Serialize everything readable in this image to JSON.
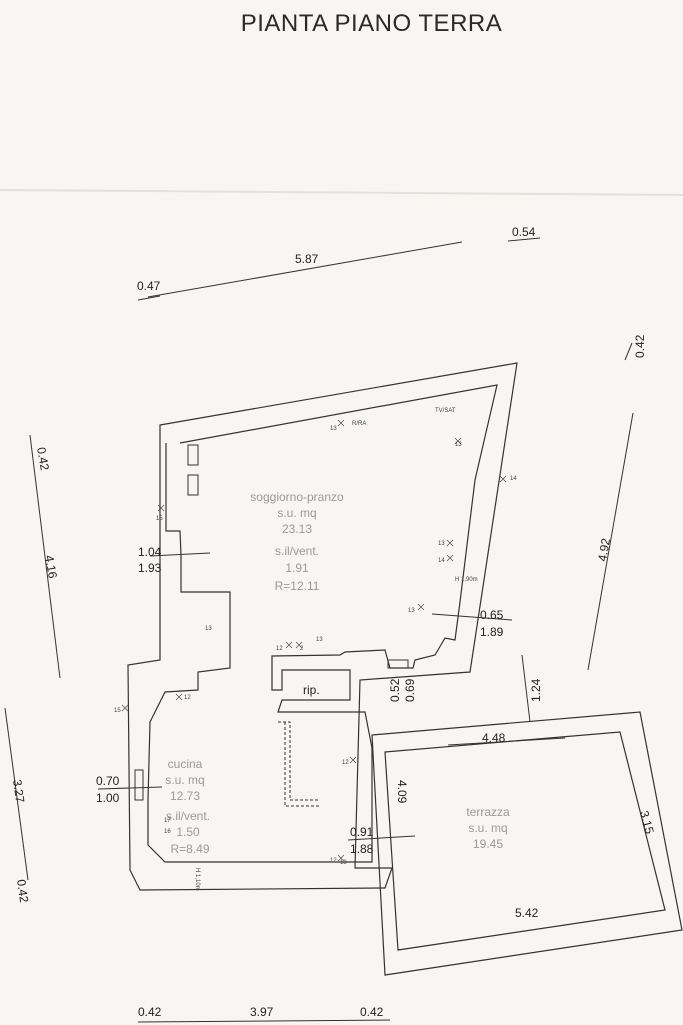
{
  "title": "PIANTA PIANO TERRA",
  "dimensions": {
    "top_587": "5.87",
    "top_047": "0.47",
    "top_054": "0.54",
    "right_042": "0.42",
    "right_492": "4.92",
    "left_042": "0.42",
    "left_416": "4.16",
    "left_327": "3.27",
    "left_042b": "0.42",
    "mid_104": "1.04",
    "mid_193": "1.93",
    "mid_065": "0.65",
    "mid_189": "1.89",
    "mid_052": "0.52",
    "mid_069": "0.69",
    "mid_124": "1.24",
    "cuc_070": "0.70",
    "cuc_100": "1.00",
    "ter_448": "4.48",
    "ter_409": "4.09",
    "ter_315": "3.15",
    "ter_542": "5.42",
    "cuc_091": "0.91",
    "cuc_188": "1.88",
    "bot_042a": "0.42",
    "bot_397": "3.97",
    "bot_042b": "0.42"
  },
  "rooms": {
    "soggiorno": {
      "name": "soggiorno-pranzo",
      "su": "s.u. mq",
      "area": "23.13",
      "sil": "s.il/vent.",
      "sil_val": "1.91",
      "ratio": "R=12.11"
    },
    "rip": {
      "name": "rip."
    },
    "cucina": {
      "name": "cucina",
      "su": "s.u. mq",
      "area": "12.73",
      "sil": "s.il/vent.",
      "sil_val": "1.50",
      "ratio": "R=8.49"
    },
    "terrazza": {
      "name": "terrazza",
      "su": "s.u. mq",
      "area": "19.45"
    }
  },
  "fixtures": {
    "n13a": "13",
    "ra": "R/RA",
    "tvsat": "TV/SAT",
    "n13b": "13",
    "n14": "14",
    "n15": "15",
    "n13c": "13",
    "n14b": "14",
    "h190": "H 1,90m",
    "n13d": "13",
    "n13e": "13",
    "n12a": "12",
    "n2": "2",
    "n13f": "13",
    "n12b": "12",
    "n15b": "15",
    "n12c": "12",
    "n17": "17",
    "n16": "16",
    "n18": "18",
    "n12d": "12",
    "h110": "H 1,10m"
  }
}
